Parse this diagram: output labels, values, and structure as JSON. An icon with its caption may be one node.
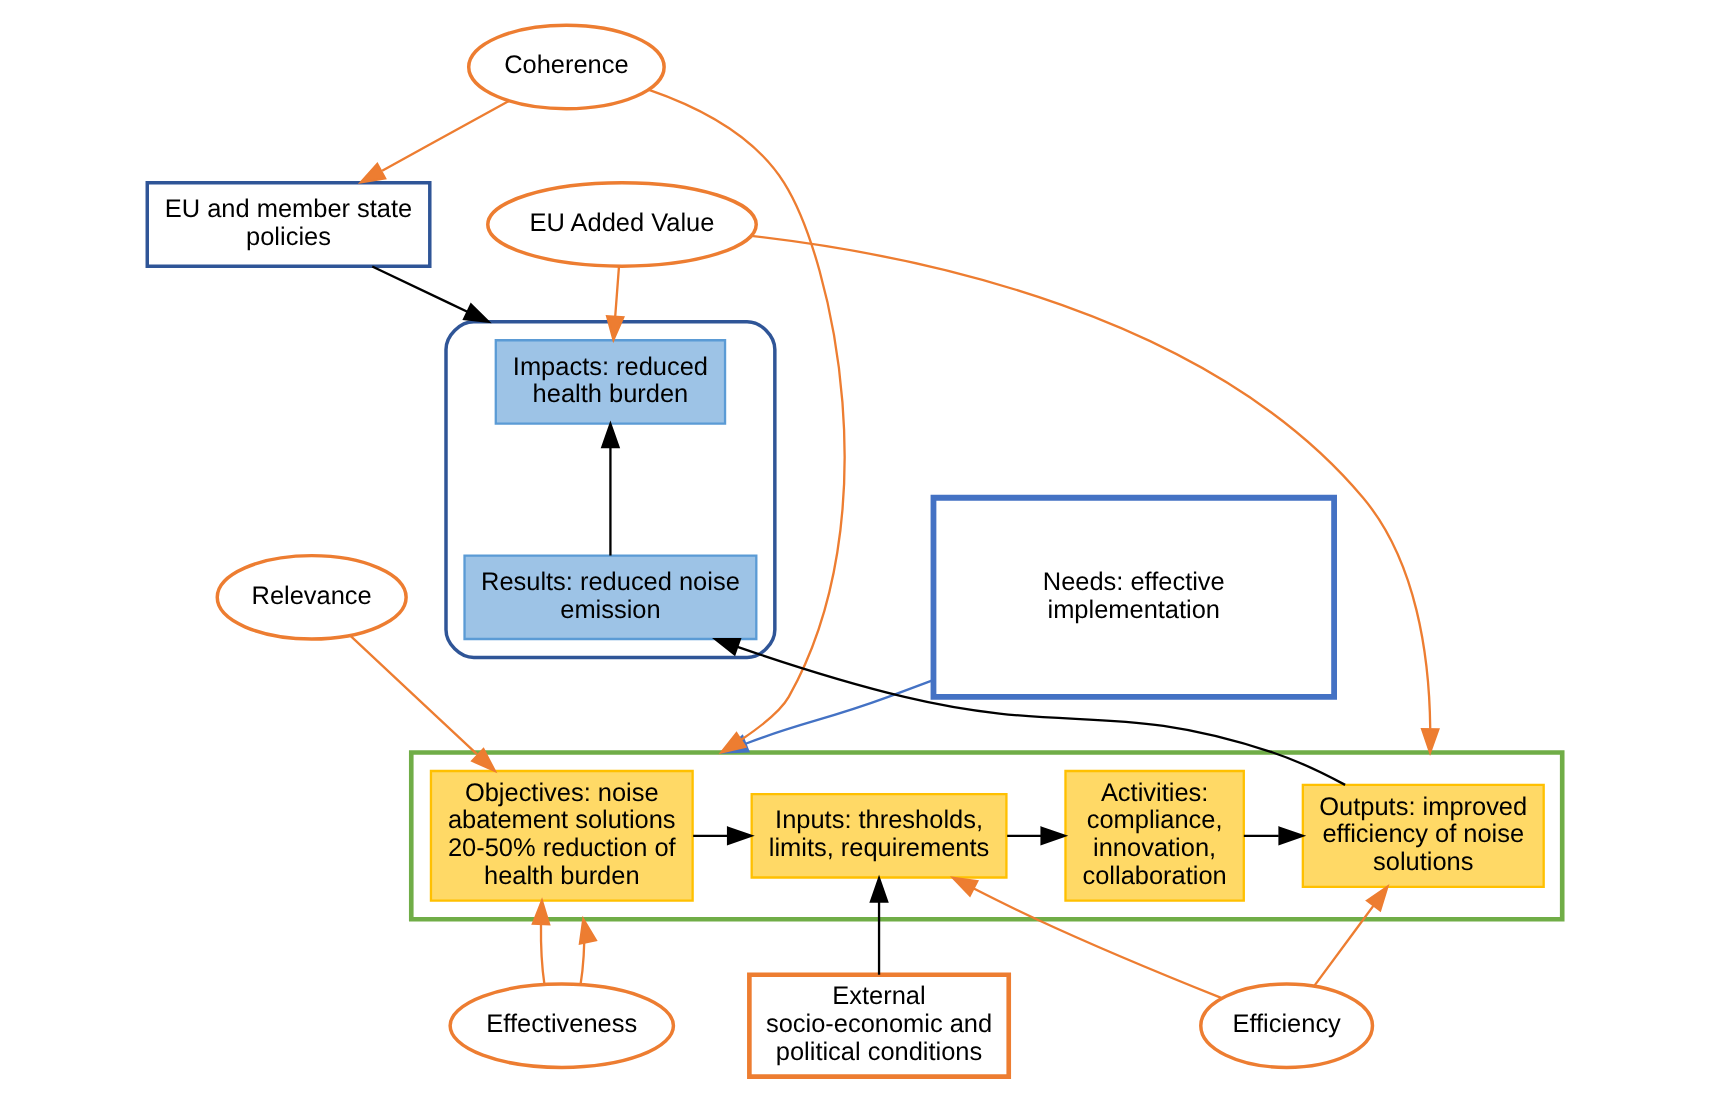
{
  "diagram": {
    "nodes": [
      {
        "text": [
          "Relevance"
        ]
      },
      {
        "text": [
          "EU Added Value"
        ]
      },
      {
        "text": [
          "Needs: effective implementation"
        ]
      },
      {
        "text": [
          "EU and member state policies"
        ]
      },
      {
        "text": [
          "Coherence"
        ]
      },
      {
        "text": [],
        "shape": "ellipse"
      },
      {
        "text": [
          "Impacts: reduced health burden"
        ],
        "in": 5
      },
      {
        "text": [
          "Results: reduced noise emission"
        ],
        "in": 5
      },
      {
        "text": [],
        "shape": "box"
      },
      {
        "text": [
          "Objectives: noise abatement solutions 20-50% reduction of health burden"
        ],
        "in": 8
      },
      {
        "text": [
          "Inputs: thresholds, limits, requirements"
        ],
        "in": 8
      },
      {
        "text": [
          "Activities: compliance, innovation, collaboration"
        ],
        "in": 8
      },
      {
        "text": [
          "Outputs: improved efficiency of noise solutions"
        ],
        "in": 8
      },
      {
        "text": [
          "External socio-economic and political conditions"
        ]
      },
      {
        "text": [
          "Efficiency"
        ]
      },
      {
        "text": [
          "Effectiveness"
        ]
      }
    ],
    "edges": [
      {
        "from": 0,
        "to": 9,
        "arrow": "to"
      },
      {
        "from": 2,
        "to": 8,
        "arrow": "to",
        "color": "#4472c4"
      },
      {
        "from": 4,
        "to": 3,
        "arrow": "to"
      },
      {
        "from": 4,
        "to": 8,
        "arrow": "to"
      },
      {
        "from": 3,
        "to": 5,
        "arrow": "to",
        "color": "#000000"
      },
      {
        "from": 1,
        "to": 6,
        "arrow": "to"
      },
      {
        "from": 1,
        "to": 8,
        "arrow": "to"
      },
      {
        "from": 7,
        "to": 6,
        "arrow": "to",
        "color": "#000000"
      },
      {
        "from": 12,
        "to": 7,
        "arrow": "to",
        "color": "#000000"
      },
      {
        "from": 9,
        "to": 10,
        "arrow": "to",
        "color": "#000000"
      },
      {
        "from": 10,
        "to": 11,
        "arrow": "to",
        "color": "#000000"
      },
      {
        "from": 11,
        "to": 12,
        "arrow": "to",
        "color": "#000000"
      },
      {
        "from": 13,
        "to": 10,
        "arrow": "to",
        "color": "#000000"
      },
      {
        "from": 14,
        "to": 10,
        "arrow": "to"
      },
      {
        "from": 14,
        "to": 12,
        "arrow": "to"
      },
      {
        "from": 15,
        "to": 9,
        "arrow": "to"
      },
      {
        "from": 15,
        "to": 8,
        "arrow": "to"
      }
    ]
  }
}
